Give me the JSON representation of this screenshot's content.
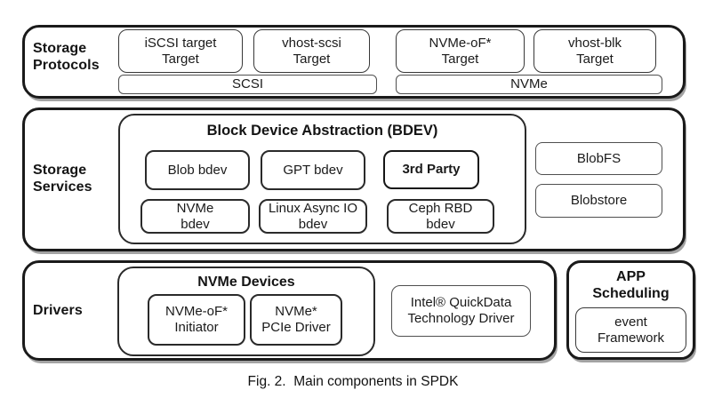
{
  "palette": {
    "ink": "#1a1a1a",
    "border_thick": "#1a1a1a",
    "border_thin": "#4f4f4f",
    "shadow": "#a3a3a3",
    "background": "#ffffff"
  },
  "storage_protocols": {
    "label": "Storage\nProtocols",
    "targets": [
      "iSCSI target\nTarget",
      "vhost-scsi\nTarget",
      "NVMe-oF*\nTarget",
      "vhost-blk\nTarget"
    ],
    "bars": [
      "SCSI",
      "NVMe"
    ]
  },
  "storage_services": {
    "label": "Storage\nServices",
    "bdev": {
      "title": "Block Device Abstraction (BDEV)",
      "row1": [
        "Blob bdev",
        "GPT bdev",
        "3rd Party"
      ],
      "row2": [
        "NVMe\nbdev",
        "Linux Async IO\nbdev",
        "Ceph RBD\nbdev"
      ]
    },
    "side": [
      "BlobFS",
      "Blobstore"
    ]
  },
  "drivers": {
    "label": "Drivers",
    "nvme_devices": {
      "title": "NVMe Devices",
      "boxes": [
        "NVMe-oF*\nInitiator",
        "NVMe*\nPCIe Driver"
      ]
    },
    "quickdata": "Intel® QuickData\nTechnology Driver"
  },
  "app_scheduling": {
    "title": "APP\nScheduling",
    "box": "event\nFramework"
  },
  "caption": "Fig. 2.  Main components in SPDK"
}
